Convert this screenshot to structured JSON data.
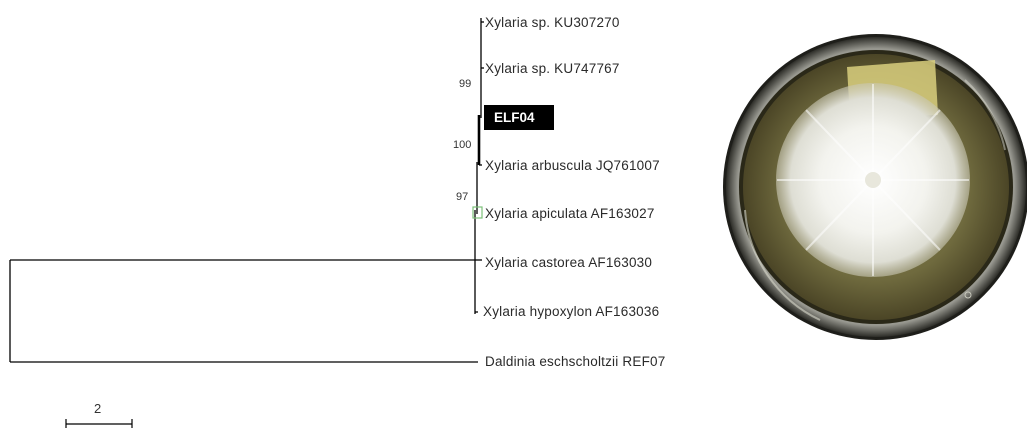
{
  "tree": {
    "taxa": [
      "Xylaria sp. KU307270",
      "Xylaria sp. KU747767",
      "ELF04",
      "Xylaria arbuscula JQ761007",
      "Xylaria apiculata AF163027",
      "Xylaria castorea AF163030",
      "Xylaria hypoxylon AF163036",
      "Daldinia eschscholtzii REF07"
    ],
    "highlighted_taxon": "ELF04",
    "bootstrap": [
      "99",
      "100",
      "97"
    ],
    "scale_bar": "2"
  },
  "colors": {
    "highlight_bg": "#000000",
    "highlight_text": "#ffffff",
    "branch": "#000000",
    "marker": "#7dc07a"
  },
  "photo": {
    "subject": "petri dish with white fungal colony"
  }
}
